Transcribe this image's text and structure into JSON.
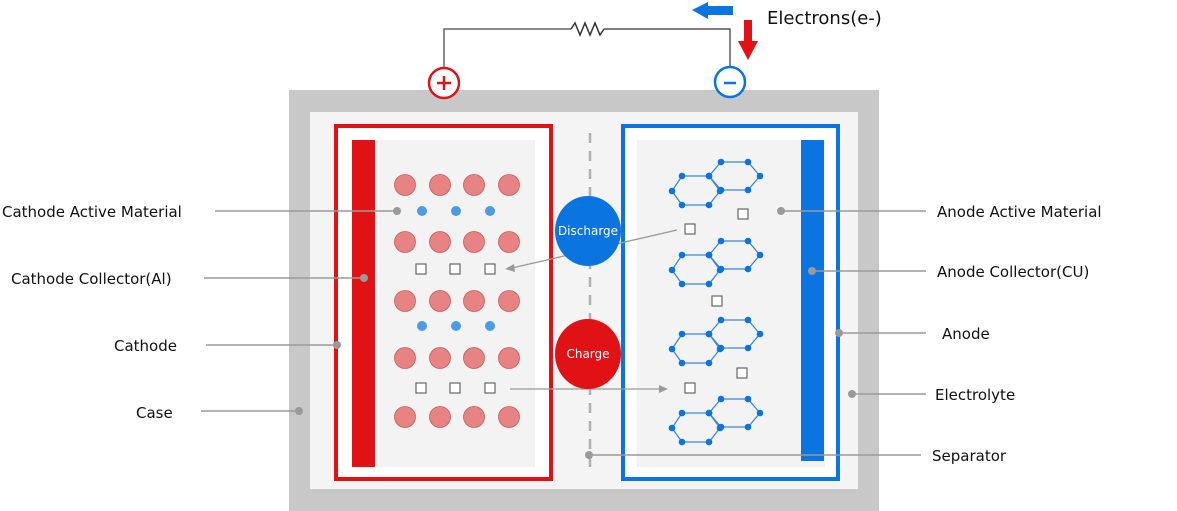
{
  "diagram": {
    "title": "Electrons(e-)",
    "terminals": {
      "positive": "+",
      "negative": "-"
    },
    "bubbles": {
      "discharge": "Discharge",
      "charge": "Charge"
    },
    "labels_left": [
      "Cathode Active Material",
      "Cathode Collector(Al)",
      "Cathode",
      "Case"
    ],
    "labels_right": [
      "Anode Active Material",
      "Anode Collector(CU)",
      "Anode",
      "Electrolyte",
      "Separator"
    ],
    "colors": {
      "cathode_red": "#e01216",
      "anode_blue": "#0a74e0",
      "particle_red": "#e88383",
      "ion_blue": "#4a9ce8",
      "case_gray": "#c8c8c8",
      "electrolyte_bg": "#f4f4f4",
      "leader_gray": "#9a9a9a"
    }
  }
}
